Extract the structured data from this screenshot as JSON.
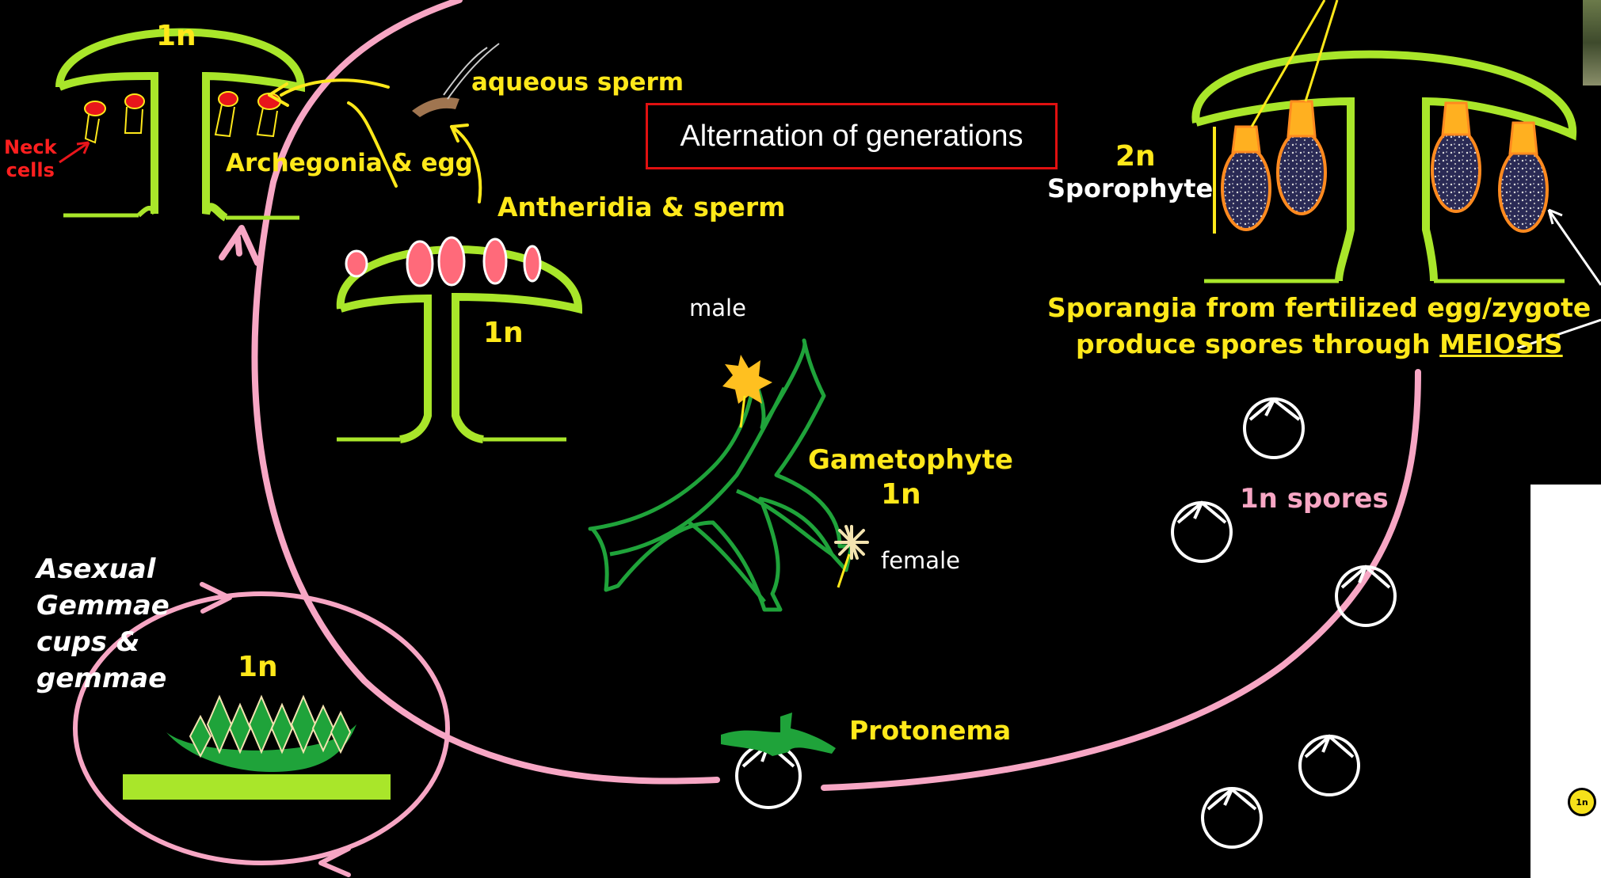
{
  "diagram": {
    "title": "Alternation of generations",
    "labels": {
      "archegonia_ploidy": "1n",
      "neck_cells": "Neck\ncells",
      "archegonia": "Archegonia & egg",
      "aqueous_sperm": "aqueous sperm",
      "antheridia": "Antheridia & sperm",
      "antheridia_ploidy": "1n",
      "male": "male",
      "female": "female",
      "gametophyte": "Gametophyte",
      "gametophyte_ploidy": "1n",
      "sporophyte_ploidy": "2n",
      "sporophyte": "Sporophyte",
      "sporangia_line1": "Sporangia from fertilized egg/zygote",
      "sporangia_line2_prefix": "produce spores through ",
      "sporangia_line2_emph": "MEIOSIS",
      "spores": "1n spores",
      "asexual": "Asexual\nGemmae\ncups &\ngemmae",
      "gemmae_ploidy": "1n",
      "protonema": "Protonema",
      "badge": "1n"
    },
    "colors": {
      "structure_green": "#a9e62a",
      "egg_red": "#e8151b",
      "cycle_pink": "#f7a6c4",
      "arrow_yellow": "#ffe81a",
      "thallus_green": "#1fa33a",
      "sporangium_orange": "#ff8a1f"
    }
  }
}
